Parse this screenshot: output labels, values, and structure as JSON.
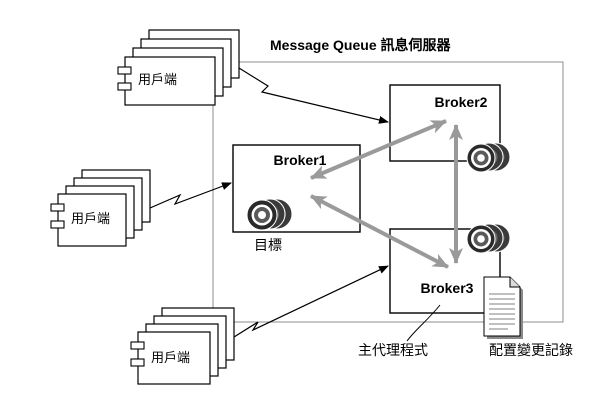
{
  "title": "Message Queue 訊息伺服器",
  "brokers": [
    {
      "name": "Broker1"
    },
    {
      "name": "Broker2"
    },
    {
      "name": "Broker3"
    }
  ],
  "clients": [
    {
      "label": "用戶端"
    },
    {
      "label": "用戶端"
    },
    {
      "label": "用戶端"
    }
  ],
  "destination_label": "目標",
  "master_broker_label": "主代理程式",
  "config_change_record_label": "配置變更記錄",
  "icons": {
    "client": "component-icon",
    "destination": "destination-queue-icon",
    "config_record": "document-icon"
  },
  "colors": {
    "cluster_link": "#9a9a9a",
    "client_connection": "#000000",
    "cluster_boundary": "#8c8c8c"
  }
}
